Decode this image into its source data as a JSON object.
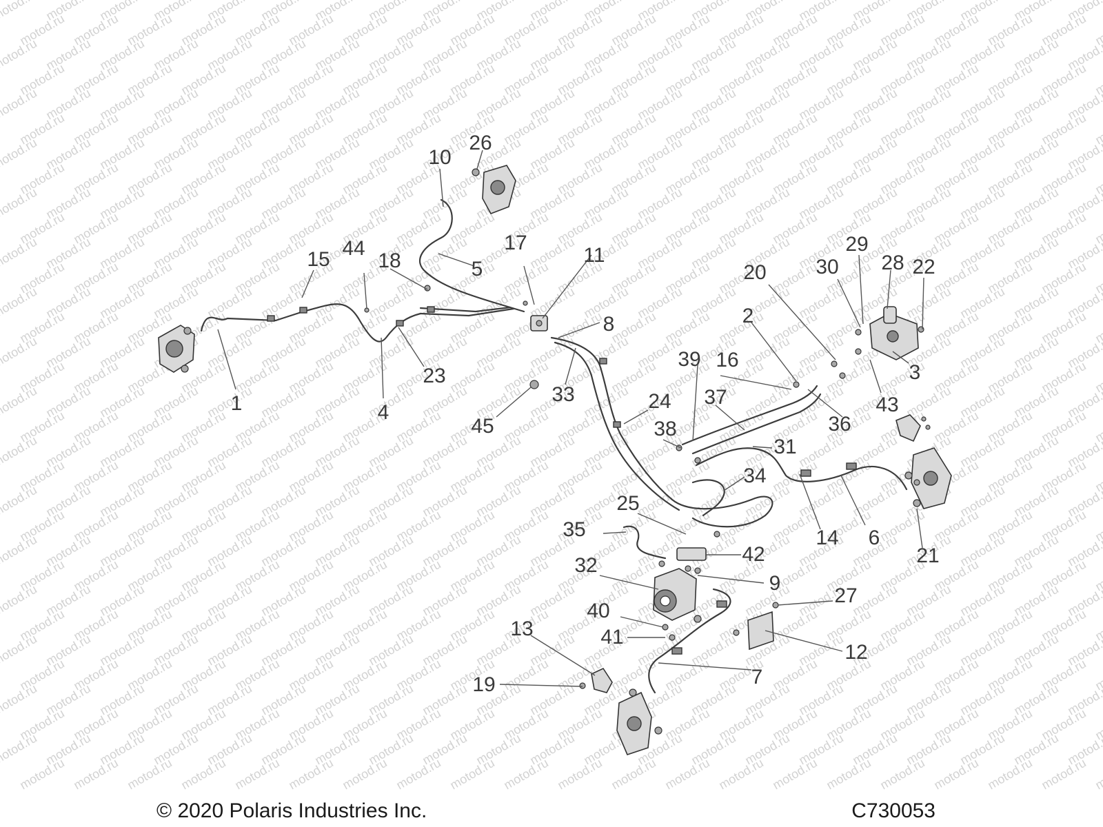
{
  "diagram": {
    "watermark_text": "motod.ru",
    "copyright": "© 2020 Polaris Industries Inc.",
    "drawing_id": "C730053",
    "callouts": [
      {
        "label": "1"
      },
      {
        "label": "2"
      },
      {
        "label": "3"
      },
      {
        "label": "4"
      },
      {
        "label": "5"
      },
      {
        "label": "6"
      },
      {
        "label": "7"
      },
      {
        "label": "8"
      },
      {
        "label": "9"
      },
      {
        "label": "10"
      },
      {
        "label": "11"
      },
      {
        "label": "12"
      },
      {
        "label": "13"
      },
      {
        "label": "14"
      },
      {
        "label": "15"
      },
      {
        "label": "16"
      },
      {
        "label": "17"
      },
      {
        "label": "18"
      },
      {
        "label": "19"
      },
      {
        "label": "20"
      },
      {
        "label": "21"
      },
      {
        "label": "22"
      },
      {
        "label": "23"
      },
      {
        "label": "24"
      },
      {
        "label": "25"
      },
      {
        "label": "26"
      },
      {
        "label": "27"
      },
      {
        "label": "28"
      },
      {
        "label": "29"
      },
      {
        "label": "30"
      },
      {
        "label": "31"
      },
      {
        "label": "32"
      },
      {
        "label": "33"
      },
      {
        "label": "34"
      },
      {
        "label": "35"
      },
      {
        "label": "36"
      },
      {
        "label": "37"
      },
      {
        "label": "38"
      },
      {
        "label": "39"
      },
      {
        "label": "40"
      },
      {
        "label": "41"
      },
      {
        "label": "42"
      },
      {
        "label": "43"
      },
      {
        "label": "44"
      },
      {
        "label": "45"
      }
    ]
  }
}
